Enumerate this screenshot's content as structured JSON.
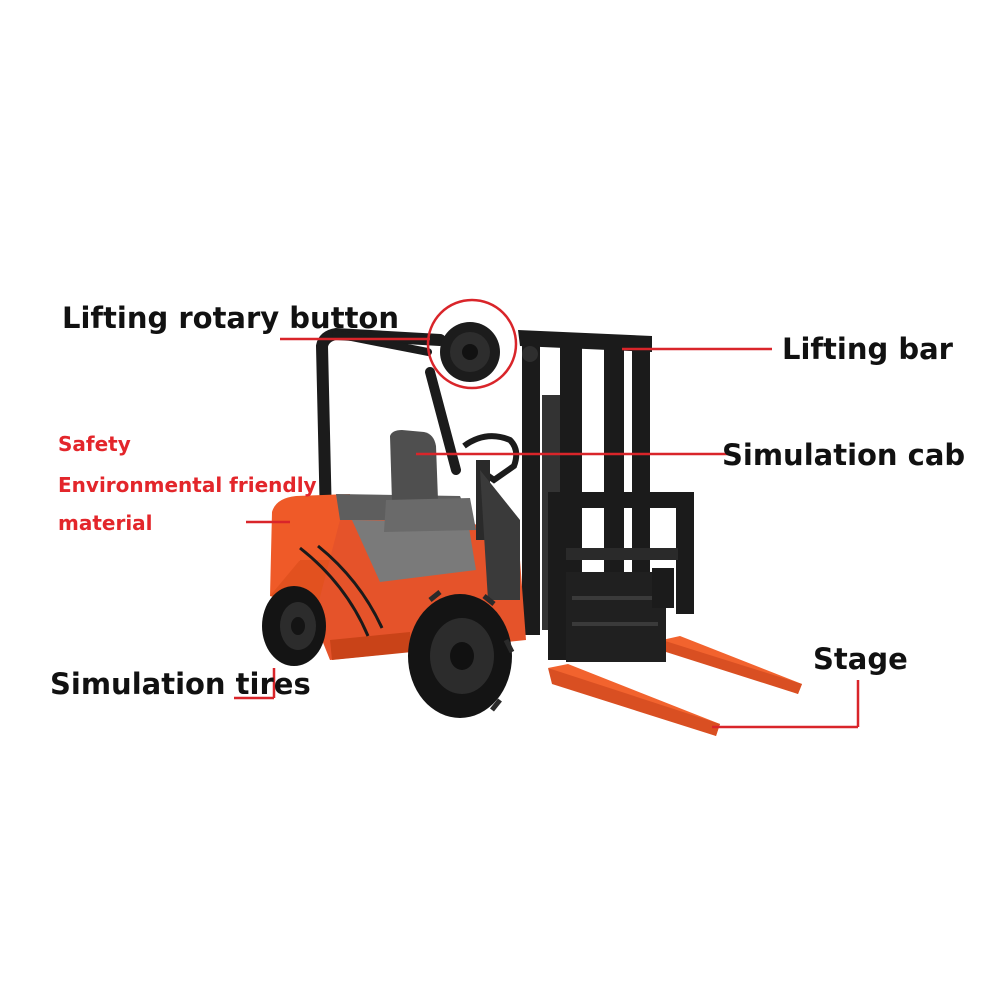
{
  "labels": {
    "lifting_rotary_button": "Lifting rotary button",
    "lifting_bar": "Lifting bar",
    "simulation_cab": "Simulation cab",
    "safety": "Safety",
    "environmental": "Environmental friendly",
    "material": "material",
    "simulation_tires": "Simulation tires",
    "stage": "Stage"
  },
  "colors": {
    "body_orange": "#ef5a28",
    "fork_orange": "#f2632e",
    "frame_black": "#1b1b1b",
    "seat_grey": "#5b5b5b",
    "leader_red": "#d9252a",
    "note_red": "#e3262b"
  }
}
